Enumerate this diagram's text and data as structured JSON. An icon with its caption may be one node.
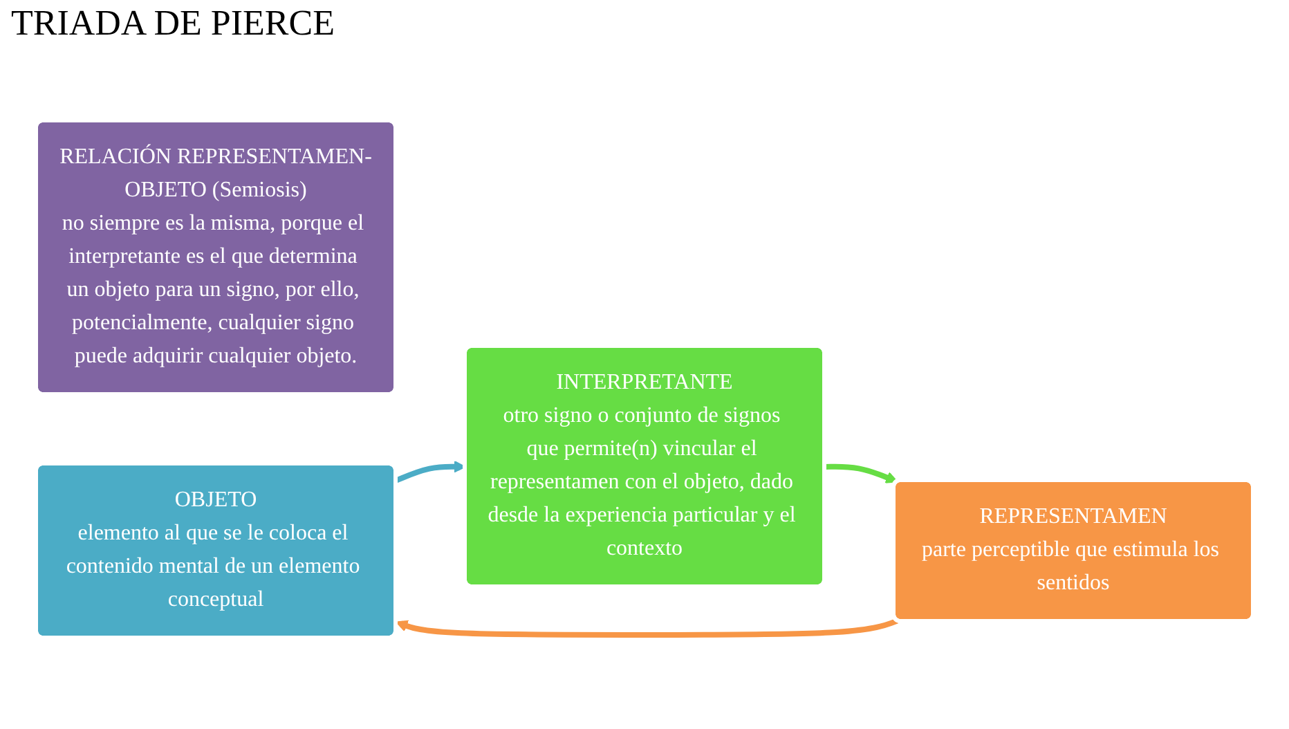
{
  "diagram": {
    "title": "TRIADA DE PIERCE",
    "nodes": [
      {
        "text": [
          "RELACIÓN REPRESENTAMEN-OBJETO (Semiosis)",
          "no siempre es la misma, porque el interpretante es el que determina un objeto para un signo, por ello, potencialmente, cualquier signo puede adquirir cualquier objeto."
        ]
      },
      {
        "text": [
          "OBJETO",
          "elemento al que se le coloca el contenido mental de un elemento conceptual"
        ]
      },
      {
        "text": [
          "INTERPRETANTE",
          "otro signo o conjunto de signos que permite(n) vincular el representamen con el objeto, dado desde la experiencia particular y el contexto"
        ]
      },
      {
        "text": [
          "REPRESENTAMEN",
          "parte perceptible que estimula los sentidos"
        ]
      }
    ],
    "edges": [
      {
        "from": 3,
        "to": 1,
        "arrow": "to",
        "color": "#f79646"
      },
      {
        "from": 1,
        "to": 2,
        "arrow": "to",
        "color": "#4bacc6"
      },
      {
        "from": 2,
        "to": 3,
        "arrow": "to",
        "color": "#66dd44"
      }
    ]
  }
}
